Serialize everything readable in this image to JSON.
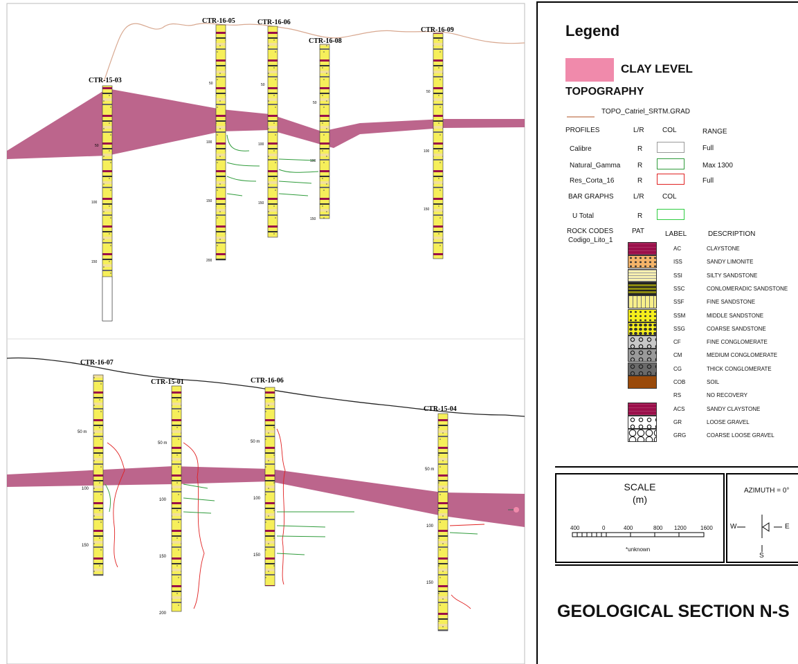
{
  "colors": {
    "clay": "#b04a78",
    "clay_swatch": "#f08aab",
    "topo_line": "#d8a890",
    "gamma": "#2e9b3a",
    "resistivity": "#e02020"
  },
  "upper_section": {
    "wells": [
      {
        "name": "CTR-15-03",
        "depths": [
          "50",
          "100",
          "150"
        ]
      },
      {
        "name": "CTR-16-05",
        "depths": [
          "50",
          "100",
          "150",
          "200"
        ]
      },
      {
        "name": "CTR-16-06",
        "depths": [
          "50",
          "100",
          "150"
        ]
      },
      {
        "name": "CTR-16-08",
        "depths": [
          "50",
          "100",
          "150"
        ]
      },
      {
        "name": "CTR-16-09",
        "depths": [
          "50",
          "100",
          "150"
        ]
      }
    ]
  },
  "lower_section": {
    "wells": [
      {
        "name": "CTR-16-07",
        "depths": [
          "50 m",
          "100",
          "150"
        ]
      },
      {
        "name": "CTR-15-01",
        "depths": [
          "50 m",
          "100",
          "150",
          "200"
        ]
      },
      {
        "name": "CTR-16-06",
        "depths": [
          "50 m",
          "100",
          "150"
        ]
      },
      {
        "name": "CTR-15-04",
        "depths": [
          "50 m",
          "100",
          "150"
        ]
      }
    ]
  },
  "legend": {
    "title": "Legend",
    "clay_label": "CLAY LEVEL",
    "topography_heading": "TOPOGRAPHY",
    "topo_name": "TOPO_Catriel_SRTM.GRAD",
    "profiles_header": {
      "name": "PROFILES",
      "lr": "L/R",
      "col": "COL",
      "range": "RANGE"
    },
    "profiles": [
      {
        "name": "Calibre",
        "lr": "R",
        "color": "#999999",
        "range": "Full"
      },
      {
        "name": "Natural_Gamma",
        "lr": "R",
        "color": "#2e9b3a",
        "range": "Max 1300"
      },
      {
        "name": "Res_Corta_16",
        "lr": "R",
        "color": "#e02020",
        "range": "Full"
      }
    ],
    "bar_header": {
      "name": "BAR GRAPHS",
      "lr": "L/R",
      "col": "COL"
    },
    "bars": [
      {
        "name": "U Total",
        "lr": "R",
        "color": "#2ecc40"
      }
    ],
    "rock_header": {
      "name": "ROCK CODES",
      "sub": "Codigo_Lito_1",
      "pat": "PAT",
      "label": "LABEL",
      "desc": "DESCRIPTION"
    },
    "rock_codes": [
      {
        "code": "AC",
        "desc": "CLAYSTONE",
        "color": "#9b0f4a",
        "pattern": "clay"
      },
      {
        "code": "ISS",
        "desc": "SANDY LIMONITE",
        "color": "#f4b469",
        "pattern": "dots"
      },
      {
        "code": "SSI",
        "desc": "SILTY SANDSTONE",
        "color": "#f8f0b0",
        "pattern": "text"
      },
      {
        "code": "SSC",
        "desc": "CONLOMERADIC SANDSTONE",
        "color": "#8c8a10",
        "pattern": "stripes"
      },
      {
        "code": "SSF",
        "desc": "FINE SANDSTONE",
        "color": "#f7ef8a",
        "pattern": "ticks"
      },
      {
        "code": "SSM",
        "desc": "MIDDLE SANDSTONE",
        "color": "#f6ef1c",
        "pattern": "dots"
      },
      {
        "code": "SSG",
        "desc": "COARSE SANDSTONE",
        "color": "#f6ef1c",
        "pattern": "bigdots"
      },
      {
        "code": "CF",
        "desc": "FINE  CONGLOMERATE",
        "color": "#c8c8c8",
        "pattern": "circles"
      },
      {
        "code": "CM",
        "desc": "MEDIUM  CONGLOMERATE",
        "color": "#9a9a9a",
        "pattern": "circles"
      },
      {
        "code": "CG",
        "desc": "THICK  CONGLOMERATE",
        "color": "#6a6a6a",
        "pattern": "circles"
      },
      {
        "code": "COB",
        "desc": "SOIL",
        "color": "#9a4a0a",
        "pattern": "none"
      },
      {
        "code": "RS",
        "desc": "NO RECOVERY",
        "color": "#ffffff",
        "pattern": "empty"
      },
      {
        "code": "ACS",
        "desc": "SANDY  CLAYSTONE",
        "color": "#9b0f4a",
        "pattern": "clay"
      },
      {
        "code": "GR",
        "desc": "LOOSE GRAVEL",
        "color": "#ffffff",
        "pattern": "gravel"
      },
      {
        "code": "GRG",
        "desc": "COARSE LOOSE GRAVEL",
        "color": "#ffffff",
        "pattern": "biggravel"
      }
    ],
    "scale": {
      "title": "SCALE",
      "unit": "(m)",
      "ticks": [
        "400",
        "0",
        "400",
        "800",
        "1200",
        "1600"
      ],
      "note": "*unknown"
    },
    "azimuth": {
      "label": "AZIMUTH = 0°",
      "w": "W",
      "e": "E",
      "s": "S"
    },
    "section_title": "GEOLOGICAL SECTION N-S"
  }
}
